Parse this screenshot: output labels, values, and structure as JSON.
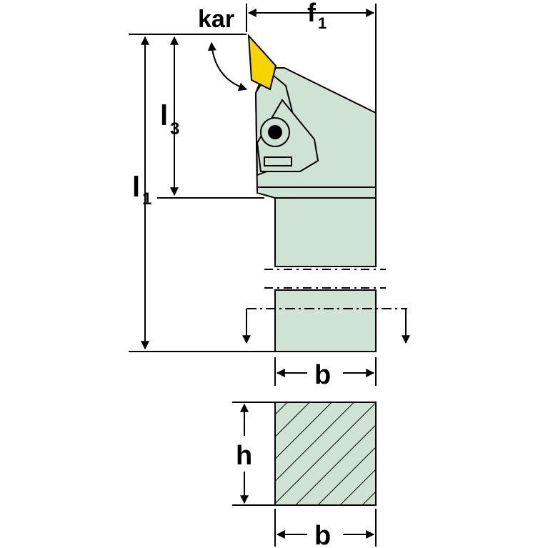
{
  "labels": {
    "kar": "kar",
    "f": "f",
    "f_sub": "1",
    "l3": "l",
    "l3_sub": "3",
    "l1": "l",
    "l1_sub": "1",
    "b_side": "b",
    "h": "h",
    "b_section": "b"
  },
  "colors": {
    "body_fill": "#cfe3d4",
    "insert_fill": "#f5d400",
    "line": "#000000"
  },
  "icons": [
    "arrow-icon",
    "centerline-icon",
    "hatch-pattern"
  ]
}
